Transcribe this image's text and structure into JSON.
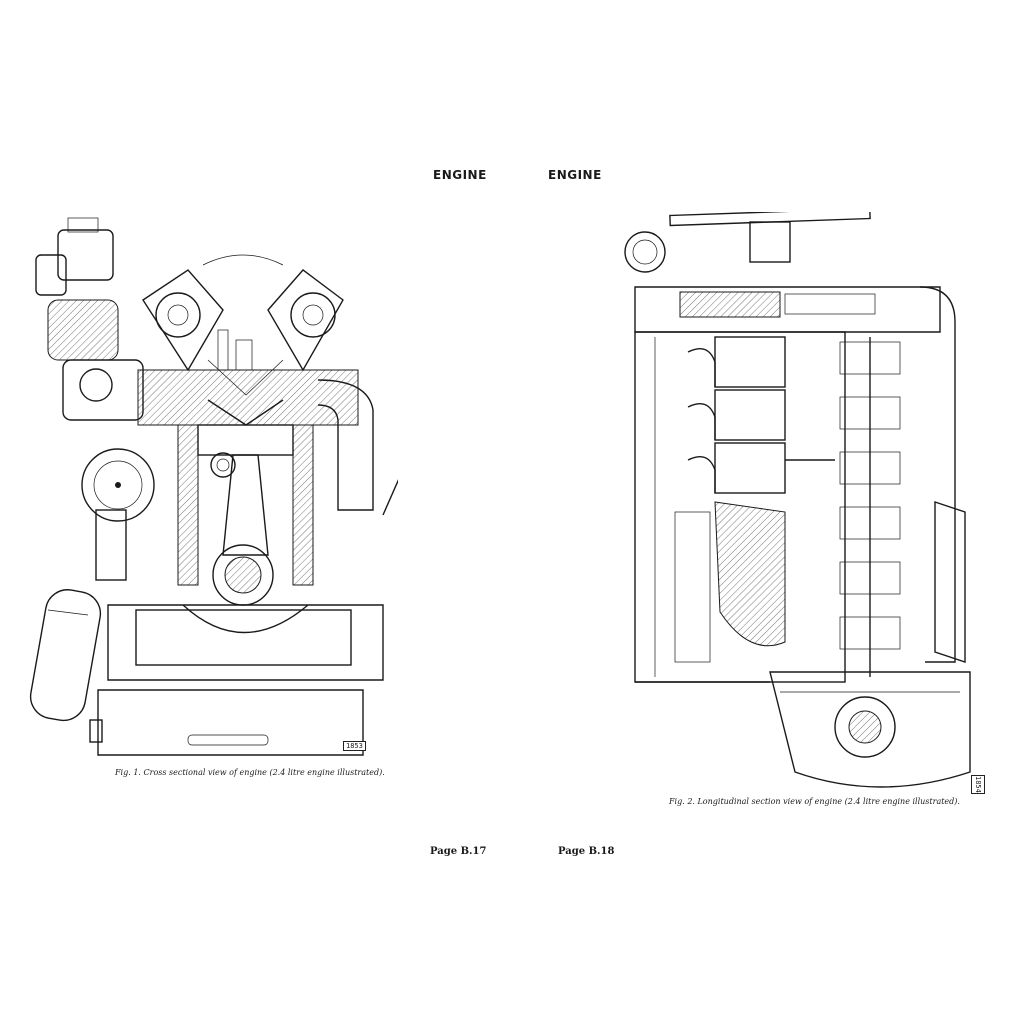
{
  "pages": [
    {
      "header": "ENGINE",
      "figure_caption": "Fig. 1.  Cross sectional view of engine (2.4 litre engine illustrated).",
      "drawing_number": "1853",
      "page_number": "Page B.17"
    },
    {
      "header": "ENGINE",
      "figure_caption": "Fig. 2.  Longitudinal section view of engine (2.4 litre engine illustrated).",
      "drawing_number": "1854",
      "page_number": "Page B.18"
    }
  ]
}
